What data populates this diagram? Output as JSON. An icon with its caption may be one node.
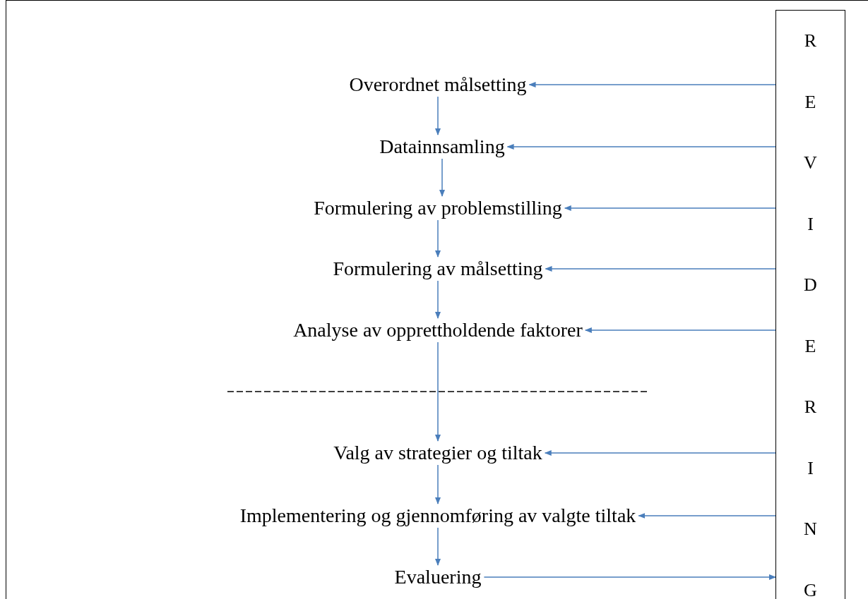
{
  "diagram": {
    "nodes": [
      {
        "text": [
          "Overordnet målsetting"
        ]
      },
      {
        "text": [
          "Datainnsamling"
        ]
      },
      {
        "text": [
          "Formulering av problemstilling"
        ]
      },
      {
        "text": [
          "Formulering av målsetting"
        ]
      },
      {
        "text": [
          "Analyse av opprettholdende faktorer"
        ]
      },
      {
        "text": [
          "Valg av strategier og tiltak"
        ]
      },
      {
        "text": [
          "Implementering og gjennomføring av valgte tiltak"
        ]
      },
      {
        "text": [
          "Evaluering"
        ]
      },
      {
        "text": [
          "R E V I D E R I N G"
        ]
      }
    ],
    "edges": [
      {
        "from": 0,
        "to": 1,
        "arrow": "to"
      },
      {
        "from": 1,
        "to": 2,
        "arrow": "to"
      },
      {
        "from": 2,
        "to": 3,
        "arrow": "to"
      },
      {
        "from": 3,
        "to": 4,
        "arrow": "to"
      },
      {
        "from": 4,
        "to": 5,
        "arrow": "to"
      },
      {
        "from": 5,
        "to": 6,
        "arrow": "to"
      },
      {
        "from": 6,
        "to": 7,
        "arrow": "to"
      },
      {
        "from": 8,
        "to": 0,
        "arrow": "to"
      },
      {
        "from": 8,
        "to": 1,
        "arrow": "to"
      },
      {
        "from": 8,
        "to": 2,
        "arrow": "to"
      },
      {
        "from": 8,
        "to": 3,
        "arrow": "to"
      },
      {
        "from": 8,
        "to": 4,
        "arrow": "to"
      },
      {
        "from": 8,
        "to": 5,
        "arrow": "to"
      },
      {
        "from": 8,
        "to": 6,
        "arrow": "to"
      },
      {
        "from": 7,
        "to": 8,
        "arrow": "to"
      }
    ]
  }
}
